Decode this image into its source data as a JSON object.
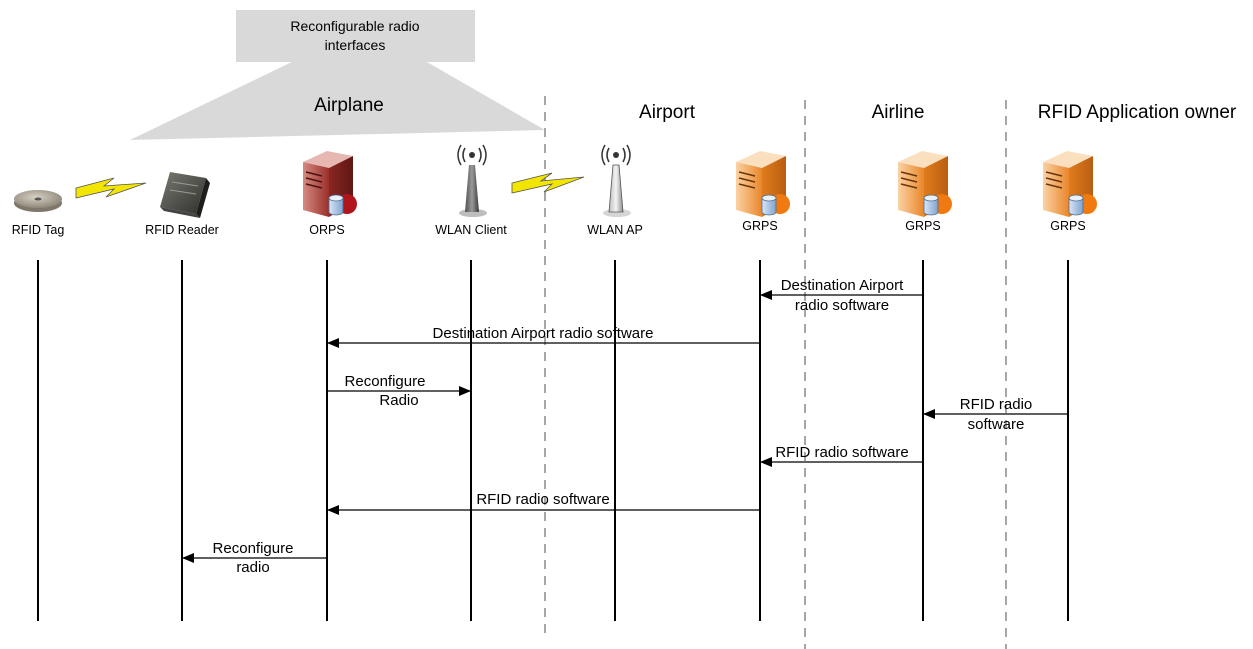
{
  "callout": {
    "line1": "Reconfigurable radio",
    "line2": "interfaces"
  },
  "domains": {
    "airplane": "Airplane",
    "airport": "Airport",
    "airline": "Airline",
    "rfid_owner": "RFID Application owner"
  },
  "entities": [
    {
      "label": "RFID Tag",
      "icon": "rfid-tag-icon"
    },
    {
      "label": "RFID Reader",
      "icon": "rfid-reader-icon"
    },
    {
      "label": "ORPS",
      "icon": "server-icon"
    },
    {
      "label": "WLAN Client",
      "icon": "antenna-icon"
    },
    {
      "label": "WLAN AP",
      "icon": "antenna-icon"
    },
    {
      "label": "GRPS",
      "icon": "server-icon"
    },
    {
      "label": "GRPS",
      "icon": "server-icon"
    },
    {
      "label": "GRPS",
      "icon": "server-icon"
    }
  ],
  "messages": [
    {
      "from": "GRPS (Airline)",
      "to": "GRPS (Airport)",
      "line1": "Destination Airport",
      "line2": "radio software"
    },
    {
      "from": "GRPS (Airport)",
      "to": "ORPS",
      "line1": "Destination Airport radio software",
      "line2": ""
    },
    {
      "from": "ORPS",
      "to": "WLAN Client",
      "line1": "Reconfigure",
      "line2": "Radio"
    },
    {
      "from": "GRPS (RFID Application owner)",
      "to": "GRPS (Airline)",
      "line1": "RFID radio",
      "line2": "software"
    },
    {
      "from": "GRPS (Airline)",
      "to": "GRPS (Airport)",
      "line1": "RFID radio software",
      "line2": ""
    },
    {
      "from": "GRPS (Airport)",
      "to": "ORPS",
      "line1": "RFID radio software",
      "line2": ""
    },
    {
      "from": "ORPS",
      "to": "RFID Reader",
      "line1": "Reconfigure",
      "line2": "radio"
    }
  ],
  "colors": {
    "callout_fill": "#d9d9d9",
    "orps_server": "#9b2f2b",
    "grps_server": "#f08a24",
    "lightning": "#f2e600",
    "divider": "#888888"
  }
}
